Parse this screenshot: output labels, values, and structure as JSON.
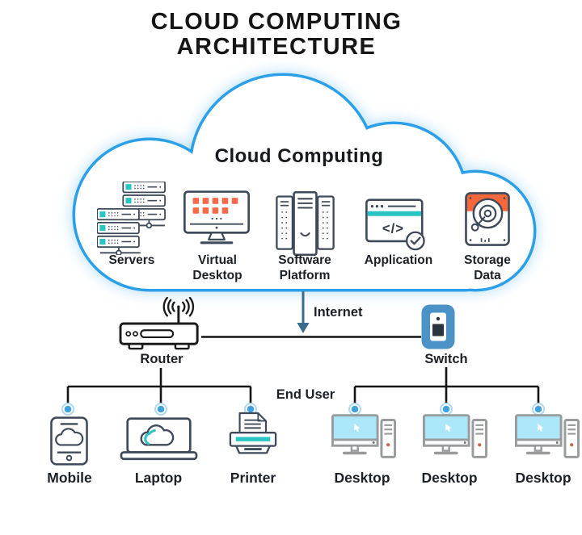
{
  "title": {
    "line1": "CLOUD COMPUTING",
    "line2": "ARCHITECTURE"
  },
  "cloud": {
    "label": "Cloud Computing",
    "services": [
      {
        "label": "Servers",
        "icon": "servers-icon"
      },
      {
        "label": "Virtual Desktop",
        "icon": "virtual-desktop-icon"
      },
      {
        "label": "Software Platform",
        "icon": "software-platform-icon"
      },
      {
        "label": "Application",
        "icon": "application-icon",
        "icon_code": "</>"
      },
      {
        "label": "Storage Data",
        "icon": "storage-data-icon"
      }
    ]
  },
  "connections": {
    "internet_label": "Internet",
    "end_user_label": "End User"
  },
  "network": {
    "router_label": "Router",
    "switch_label": "Switch"
  },
  "devices": {
    "router_group": [
      "Mobile",
      "Laptop",
      "Printer"
    ],
    "switch_group": [
      "Desktop",
      "Desktop",
      "Desktop"
    ]
  },
  "colors": {
    "cloud_outline": "#2B9FE8",
    "accent_teal": "#2BC4C4",
    "accent_orange": "#F96A4A",
    "hdd_orange": "#F4683C",
    "switch_fill": "#4B93C6",
    "screen_blue": "#ABE7F8",
    "line_black": "#141414",
    "arrow_blue": "#3A6A8F",
    "node_blue": "#42A3DC",
    "icon_stroke": "#3E4A59",
    "desktop_gray": "#999B9D"
  }
}
